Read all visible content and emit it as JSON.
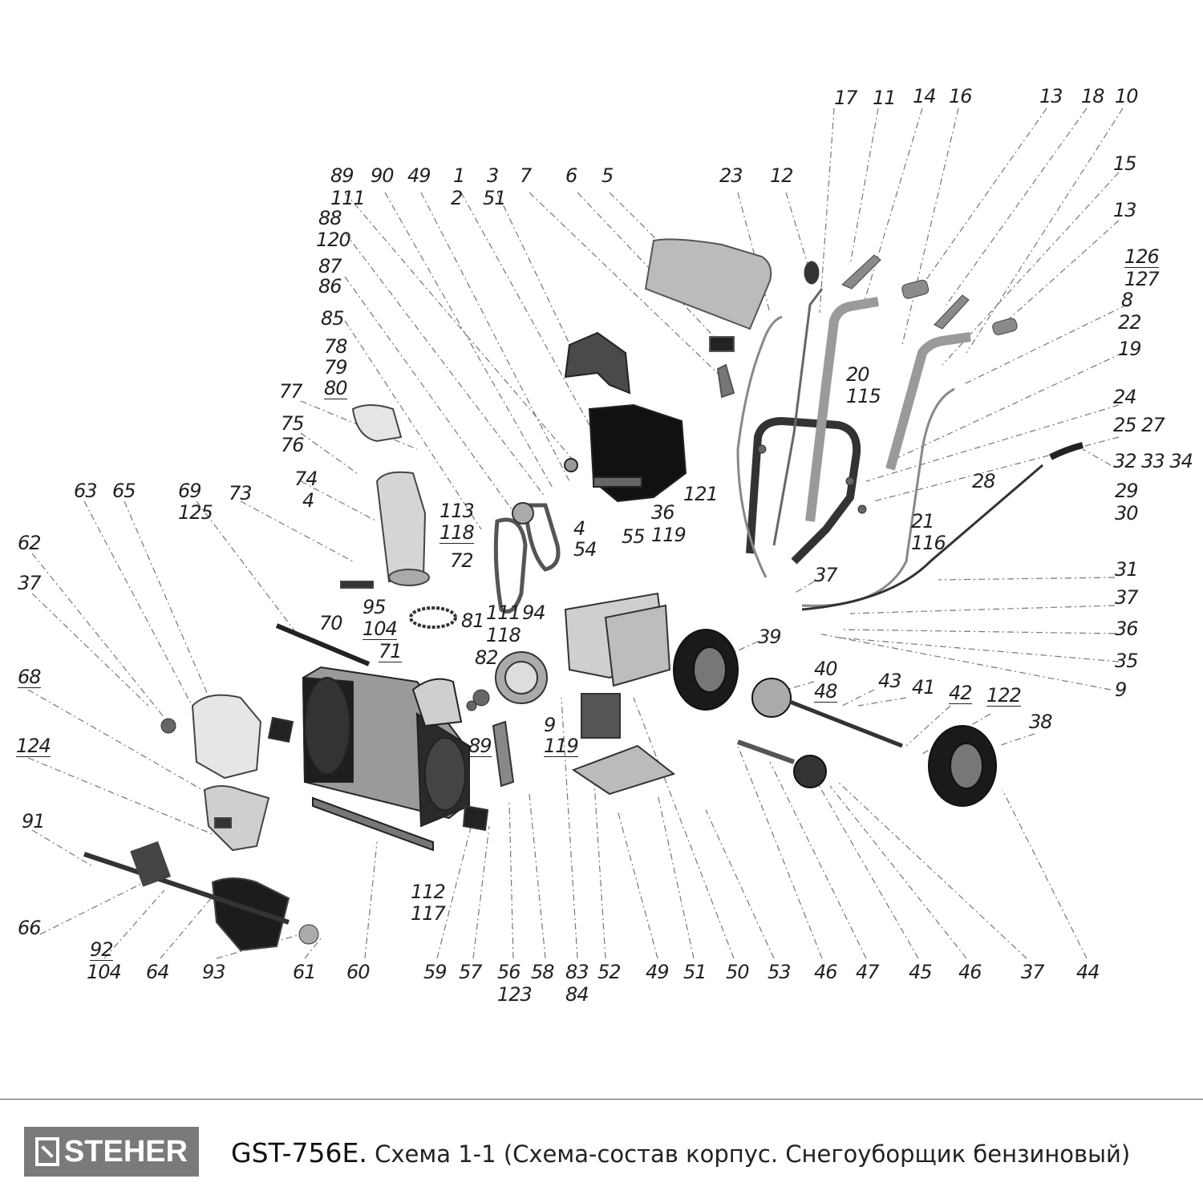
{
  "labels": [
    {
      "id": "l17",
      "text": "17"
    },
    {
      "id": "l11",
      "text": "11"
    },
    {
      "id": "l14",
      "text": "14"
    },
    {
      "id": "l16",
      "text": "16"
    },
    {
      "id": "l13a",
      "text": "13"
    },
    {
      "id": "l18",
      "text": "18"
    },
    {
      "id": "l10",
      "text": "10"
    },
    {
      "id": "l15",
      "text": "15"
    },
    {
      "id": "l13b",
      "text": "13"
    },
    {
      "id": "l126",
      "text": "126"
    },
    {
      "id": "l127",
      "text": "127"
    },
    {
      "id": "l8",
      "text": "8"
    },
    {
      "id": "l22",
      "text": "22"
    },
    {
      "id": "l19",
      "text": "19"
    },
    {
      "id": "l24",
      "text": "24"
    },
    {
      "id": "l25_27",
      "text": "25 27"
    },
    {
      "id": "l32_34",
      "text": "32 33 34"
    },
    {
      "id": "l28",
      "text": "28"
    },
    {
      "id": "l29",
      "text": "29"
    },
    {
      "id": "l30",
      "text": "30"
    },
    {
      "id": "l31",
      "text": "31"
    },
    {
      "id": "l37r",
      "text": "37"
    },
    {
      "id": "l36r",
      "text": "36"
    },
    {
      "id": "l35",
      "text": "35"
    },
    {
      "id": "l9r",
      "text": "9"
    },
    {
      "id": "l89t",
      "text": "89"
    },
    {
      "id": "l90",
      "text": "90"
    },
    {
      "id": "l49t",
      "text": "49"
    },
    {
      "id": "l1",
      "text": "1"
    },
    {
      "id": "l3",
      "text": "3"
    },
    {
      "id": "l7",
      "text": "7"
    },
    {
      "id": "l6",
      "text": "6"
    },
    {
      "id": "l5",
      "text": "5"
    },
    {
      "id": "l23",
      "text": "23"
    },
    {
      "id": "l12",
      "text": "12"
    },
    {
      "id": "l111t",
      "text": "111"
    },
    {
      "id": "l2",
      "text": "2"
    },
    {
      "id": "l51t",
      "text": "51"
    },
    {
      "id": "l88",
      "text": "88"
    },
    {
      "id": "l120",
      "text": "120"
    },
    {
      "id": "l87",
      "text": "87"
    },
    {
      "id": "l86",
      "text": "86"
    },
    {
      "id": "l85",
      "text": "85"
    },
    {
      "id": "l78",
      "text": "78"
    },
    {
      "id": "l79",
      "text": "79"
    },
    {
      "id": "l80",
      "text": "80"
    },
    {
      "id": "l77",
      "text": "77"
    },
    {
      "id": "l75",
      "text": "75"
    },
    {
      "id": "l76",
      "text": "76"
    },
    {
      "id": "l74",
      "text": "74"
    },
    {
      "id": "l4a",
      "text": "4"
    },
    {
      "id": "l113",
      "text": "113"
    },
    {
      "id": "l118a",
      "text": "118"
    },
    {
      "id": "l63",
      "text": "63"
    },
    {
      "id": "l65",
      "text": "65"
    },
    {
      "id": "l69",
      "text": "69"
    },
    {
      "id": "l125",
      "text": "125"
    },
    {
      "id": "l73",
      "text": "73"
    },
    {
      "id": "l62",
      "text": "62"
    },
    {
      "id": "l37l",
      "text": "37"
    },
    {
      "id": "l72",
      "text": "72"
    },
    {
      "id": "l95",
      "text": "95"
    },
    {
      "id": "l104a",
      "text": "104"
    },
    {
      "id": "l70",
      "text": "70"
    },
    {
      "id": "l71",
      "text": "71"
    },
    {
      "id": "l81",
      "text": "81"
    },
    {
      "id": "l111m",
      "text": "111"
    },
    {
      "id": "l118m",
      "text": "118"
    },
    {
      "id": "l94",
      "text": "94"
    },
    {
      "id": "l82",
      "text": "82"
    },
    {
      "id": "l4b",
      "text": "4"
    },
    {
      "id": "l54",
      "text": "54"
    },
    {
      "id": "l55",
      "text": "55"
    },
    {
      "id": "l36m",
      "text": "36"
    },
    {
      "id": "l119a",
      "text": "119"
    },
    {
      "id": "l121",
      "text": "121"
    },
    {
      "id": "l20",
      "text": "20"
    },
    {
      "id": "l115",
      "text": "115"
    },
    {
      "id": "l21",
      "text": "21"
    },
    {
      "id": "l116",
      "text": "116"
    },
    {
      "id": "l37m",
      "text": "37"
    },
    {
      "id": "l39",
      "text": "39"
    },
    {
      "id": "l40",
      "text": "40"
    },
    {
      "id": "l48",
      "text": "48"
    },
    {
      "id": "l43",
      "text": "43"
    },
    {
      "id": "l41",
      "text": "41"
    },
    {
      "id": "l42",
      "text": "42"
    },
    {
      "id": "l122",
      "text": "122"
    },
    {
      "id": "l38",
      "text": "38"
    },
    {
      "id": "l68",
      "text": "68"
    },
    {
      "id": "l124",
      "text": "124"
    },
    {
      "id": "l91",
      "text": "91"
    },
    {
      "id": "l66",
      "text": "66"
    },
    {
      "id": "l9m",
      "text": "9"
    },
    {
      "id": "l119b",
      "text": "119"
    },
    {
      "id": "l89m",
      "text": "89"
    },
    {
      "id": "l112",
      "text": "112"
    },
    {
      "id": "l117",
      "text": "117"
    },
    {
      "id": "l92",
      "text": "92"
    },
    {
      "id": "l104b",
      "text": "104"
    },
    {
      "id": "l64",
      "text": "64"
    },
    {
      "id": "l93",
      "text": "93"
    },
    {
      "id": "l61",
      "text": "61"
    },
    {
      "id": "l60",
      "text": "60"
    },
    {
      "id": "l59",
      "text": "59"
    },
    {
      "id": "l57",
      "text": "57"
    },
    {
      "id": "l56",
      "text": "56"
    },
    {
      "id": "l123",
      "text": "123"
    },
    {
      "id": "l58",
      "text": "58"
    },
    {
      "id": "l83",
      "text": "83"
    },
    {
      "id": "l84",
      "text": "84"
    },
    {
      "id": "l52",
      "text": "52"
    },
    {
      "id": "l49b",
      "text": "49"
    },
    {
      "id": "l51b",
      "text": "51"
    },
    {
      "id": "l50",
      "text": "50"
    },
    {
      "id": "l53",
      "text": "53"
    },
    {
      "id": "l46a",
      "text": "46"
    },
    {
      "id": "l47",
      "text": "47"
    },
    {
      "id": "l45",
      "text": "45"
    },
    {
      "id": "l46b",
      "text": "46"
    },
    {
      "id": "l37b",
      "text": "37"
    },
    {
      "id": "l44",
      "text": "44"
    }
  ],
  "footer": {
    "brand": "STEHER",
    "model": "GST-756E.",
    "caption": "Схема 1-1 (Схема-состав корпус. Снегоуборщик бензиновый)"
  }
}
